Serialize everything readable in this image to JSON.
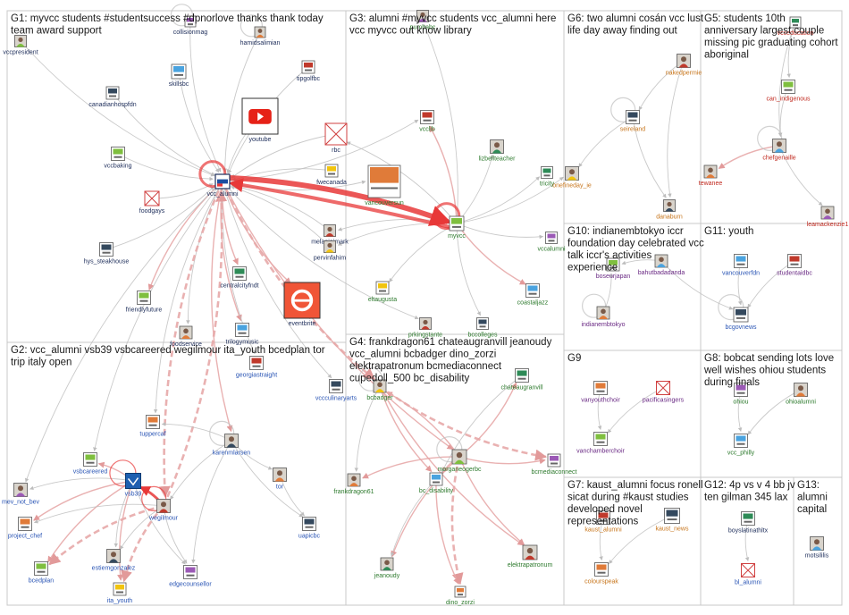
{
  "colors": {
    "grid": "#c8c8c8",
    "edge_gray": "#bfbfbf",
    "edge_pink": "#e7a9a9",
    "edge_red": "#e83838",
    "label_dark": "#1d2d5a",
    "label_green": "#2d7a2d",
    "label_red": "#c0281e",
    "label_orange": "#c7751b",
    "label_purple": "#6a2a84",
    "label_blue": "#2a55b5"
  },
  "groups": [
    {
      "id": "G1",
      "title_lines": [
        "G1: myvcc students #studentsuccess #dpnorlove thanks thank today",
        "team award support"
      ]
    },
    {
      "id": "G2",
      "title_lines": [
        "G2: vcc_alumni vsb39 vsbcareered wegilmour ita_youth bcedplan tor",
        "trip italy open"
      ]
    },
    {
      "id": "G3",
      "title_lines": [
        "G3: alumni #myvcc students vcc_alumni here",
        "vcc myvcc out know library"
      ]
    },
    {
      "id": "G4",
      "title_lines": [
        "G4: frankdragon61 chateaugranvill jeanoudy",
        "vcc_alumni bcbadger dino_zorzi",
        "elektrapatronum bcmediaconnect",
        "cupedoll_500 bc_disability"
      ]
    },
    {
      "id": "G5",
      "title_lines": [
        "G5: students 10th",
        "anniversary largest couple",
        "missing pic graduating cohort",
        "aboriginal"
      ]
    },
    {
      "id": "G6",
      "title_lines": [
        "G6: two alumni cosán vcc lust",
        "life day away finding out"
      ]
    },
    {
      "id": "G7",
      "title_lines": [
        "G7: kaust_alumni focus ronell",
        "sicat during #kaust studies",
        "developed novel",
        "representations"
      ]
    },
    {
      "id": "G8",
      "title_lines": [
        "G8: bobcat sending lots love",
        "well wishes ohiou students",
        "during finals"
      ]
    },
    {
      "id": "G9",
      "title_lines": [
        "G9"
      ]
    },
    {
      "id": "G10",
      "title_lines": [
        "G10: indianembtokyo iccr",
        "foundation day celebrated vcc",
        "talk iccr's activities",
        "experience"
      ]
    },
    {
      "id": "G11",
      "title_lines": [
        "G11: youth"
      ]
    },
    {
      "id": "G12",
      "title_lines": [
        "G12: 4p vs v 4 bb jv",
        "ten gilman 345 lax"
      ]
    },
    {
      "id": "G13",
      "title_lines": [
        "G13:",
        "alumni",
        "capital"
      ]
    }
  ],
  "nodes": [
    {
      "id": "vccpresident",
      "label": "vccpresident",
      "color": "dark",
      "icon": "avatar-icon"
    },
    {
      "id": "collisionmag",
      "label": "collisionmag",
      "color": "dark",
      "icon": "logo-icon"
    },
    {
      "id": "hamidsalimian",
      "label": "hamidsalimian",
      "color": "dark",
      "icon": "avatar-icon"
    },
    {
      "id": "skillsbc",
      "label": "skillsbc",
      "color": "dark",
      "icon": "logo-icon"
    },
    {
      "id": "tipgolfbc",
      "label": "tipgolfbc",
      "color": "dark",
      "icon": "logo-icon"
    },
    {
      "id": "canadianhospfdn",
      "label": "canadianhospfdn",
      "color": "dark",
      "icon": "logo-icon"
    },
    {
      "id": "youtube",
      "label": "youtube",
      "color": "dark",
      "icon": "youtube-icon"
    },
    {
      "id": "rbc",
      "label": "rbc",
      "color": "dark",
      "icon": "broken-image-icon"
    },
    {
      "id": "vccbaking",
      "label": "vccbaking",
      "color": "dark",
      "icon": "logo-icon"
    },
    {
      "id": "vcc_alumni",
      "label": "vcc_alumni",
      "color": "dark",
      "icon": "vcc-logo-icon"
    },
    {
      "id": "fwecanada",
      "label": "fwecanada",
      "color": "dark",
      "icon": "logo-icon"
    },
    {
      "id": "foodgays",
      "label": "foodgays",
      "color": "dark",
      "icon": "broken-image-icon"
    },
    {
      "id": "melaniejmark",
      "label": "melaniejmark",
      "color": "dark",
      "icon": "avatar-icon"
    },
    {
      "id": "hys_steakhouse",
      "label": "hys_steakhouse",
      "color": "dark",
      "icon": "logo-icon"
    },
    {
      "id": "pervinfahim",
      "label": "pervinfahim",
      "color": "dark",
      "icon": "avatar-icon"
    },
    {
      "id": "centralcityfndt",
      "label": "centralcityfndt",
      "color": "dark",
      "icon": "logo-icon"
    },
    {
      "id": "friendlyfuture",
      "label": "friendlyfuture",
      "color": "dark",
      "icon": "logo-icon"
    },
    {
      "id": "eventbrite",
      "label": "eventbrite",
      "color": "dark",
      "icon": "eventbrite-icon"
    },
    {
      "id": "foodservice",
      "label": "foodservice",
      "color": "dark",
      "icon": "avatar-icon"
    },
    {
      "id": "trilogymusic",
      "label": "trilogymusic",
      "color": "dark",
      "icon": "logo-icon"
    },
    {
      "id": "georgiastraight",
      "label": "georgiastraight",
      "color": "blue",
      "icon": "logo-icon"
    },
    {
      "id": "vccculinaryarts",
      "label": "vccculinaryarts",
      "color": "blue",
      "icon": "logo-icon"
    },
    {
      "id": "tuppercaf",
      "label": "tuppercaf",
      "color": "blue",
      "icon": "logo-icon"
    },
    {
      "id": "karenmlarsen",
      "label": "karenmlarsen",
      "color": "blue",
      "icon": "avatar-icon"
    },
    {
      "id": "vsbcareered",
      "label": "vsbcareered",
      "color": "blue",
      "icon": "logo-icon"
    },
    {
      "id": "vsb39",
      "label": "vsb39",
      "color": "blue",
      "icon": "vsb-logo-icon"
    },
    {
      "id": "tor",
      "label": "tor",
      "color": "blue",
      "icon": "avatar-icon"
    },
    {
      "id": "mev_not_bev",
      "label": "mev_not_bev",
      "color": "blue",
      "icon": "avatar-icon"
    },
    {
      "id": "wegilmour",
      "label": "wegilmour",
      "color": "blue",
      "icon": "avatar-icon"
    },
    {
      "id": "uapicbc",
      "label": "uapicbc",
      "color": "blue",
      "icon": "logo-icon"
    },
    {
      "id": "project_chef",
      "label": "project_chef",
      "color": "blue",
      "icon": "logo-icon"
    },
    {
      "id": "estiemgonzalez",
      "label": "estiemgonzalez",
      "color": "blue",
      "icon": "avatar-icon"
    },
    {
      "id": "bcedplan",
      "label": "bcedplan",
      "color": "blue",
      "icon": "logo-icon"
    },
    {
      "id": "edgecounsellor",
      "label": "edgecounsellor",
      "color": "blue",
      "icon": "logo-icon"
    },
    {
      "id": "ita_youth",
      "label": "ita_youth",
      "color": "blue",
      "icon": "logo-icon"
    },
    {
      "id": "pumbabc",
      "label": "pumbabc",
      "color": "green",
      "icon": "avatar-icon"
    },
    {
      "id": "vcclib",
      "label": "vcclib",
      "color": "green",
      "icon": "logo-icon"
    },
    {
      "id": "lizbellteacher",
      "label": "lizbellteacher",
      "color": "green",
      "icon": "avatar-icon"
    },
    {
      "id": "vancouversun",
      "label": "vancouversun",
      "color": "green",
      "icon": "logo-icon"
    },
    {
      "id": "tricity",
      "label": "tricity",
      "color": "green",
      "icon": "logo-icon"
    },
    {
      "id": "myvcc",
      "label": "myvcc",
      "color": "green",
      "icon": "logo-icon"
    },
    {
      "id": "vccalumni",
      "label": "vccalumni",
      "color": "green",
      "icon": "logo-icon"
    },
    {
      "id": "eltaugusta",
      "label": "eltaugusta",
      "color": "green",
      "icon": "logo-icon"
    },
    {
      "id": "coastaljazz",
      "label": "coastaljazz",
      "color": "green",
      "icon": "logo-icon"
    },
    {
      "id": "prkingstante",
      "label": "prkingstante",
      "color": "green",
      "icon": "avatar-icon"
    },
    {
      "id": "bccolleges",
      "label": "bccolleges",
      "color": "green",
      "icon": "logo-icon"
    },
    {
      "id": "bcbadger",
      "label": "bcbadger",
      "color": "green",
      "icon": "avatar-icon"
    },
    {
      "id": "chateaugranvill",
      "label": "chateaugranvill",
      "color": "green",
      "icon": "logo-icon"
    },
    {
      "id": "morganeogerbc",
      "label": "morganeogerbc",
      "color": "green",
      "icon": "avatar-icon"
    },
    {
      "id": "bcmediaconnect",
      "label": "bcmediaconnect",
      "color": "green",
      "icon": "logo-icon"
    },
    {
      "id": "frankdragon61",
      "label": "frankdragon61",
      "color": "green",
      "icon": "avatar-icon"
    },
    {
      "id": "bc_disability",
      "label": "bc_disability",
      "color": "green",
      "icon": "logo-icon"
    },
    {
      "id": "elektrapatronum",
      "label": "elektrapatronum",
      "color": "green",
      "icon": "avatar-icon"
    },
    {
      "id": "jeanoudy",
      "label": "jeanoudy",
      "color": "green",
      "icon": "avatar-icon"
    },
    {
      "id": "dino_zorzi",
      "label": "dino_zorzi",
      "color": "green",
      "icon": "logo-icon"
    },
    {
      "id": "vcceducation",
      "label": "vcceducation",
      "color": "red",
      "icon": "logo-icon"
    },
    {
      "id": "can_indigenous",
      "label": "can_indigenous",
      "color": "red",
      "icon": "logo-icon"
    },
    {
      "id": "chefgenaille",
      "label": "chefgenaille",
      "color": "red",
      "icon": "avatar-icon"
    },
    {
      "id": "tewanee",
      "label": "tewanee",
      "color": "red",
      "icon": "avatar-icon"
    },
    {
      "id": "leamackenzie1",
      "label": "leamackenzie1",
      "color": "red",
      "icon": "avatar-icon"
    },
    {
      "id": "nakedpermie",
      "label": "nakedpermie",
      "color": "orange",
      "icon": "avatar-icon"
    },
    {
      "id": "seireland",
      "label": "seireland",
      "color": "orange",
      "icon": "logo-icon"
    },
    {
      "id": "onefineday_ie",
      "label": "onefineday_ie",
      "color": "orange",
      "icon": "avatar-icon"
    },
    {
      "id": "danaburn",
      "label": "danaburn",
      "color": "orange",
      "icon": "avatar-icon"
    },
    {
      "id": "boseurjapan",
      "label": "boseurjapan",
      "color": "purple",
      "icon": "logo-icon"
    },
    {
      "id": "bahutbadadanda",
      "label": "bahutbadadanda",
      "color": "purple",
      "icon": "avatar-icon"
    },
    {
      "id": "indianembtokyo",
      "label": "indianembtokyo",
      "color": "purple",
      "icon": "avatar-icon"
    },
    {
      "id": "vancouverfdn",
      "label": "vancouverfdn",
      "color": "blue",
      "icon": "logo-icon"
    },
    {
      "id": "studentaidbc",
      "label": "studentaidbc",
      "color": "purple",
      "icon": "logo-icon"
    },
    {
      "id": "bcgovnews",
      "label": "bcgovnews",
      "color": "blue",
      "icon": "logo-icon"
    },
    {
      "id": "vanyouthchoir",
      "label": "vanyouthchoir",
      "color": "purple",
      "icon": "logo-icon"
    },
    {
      "id": "pacificasingers",
      "label": "pacificasingers",
      "color": "purple",
      "icon": "broken-image-icon"
    },
    {
      "id": "vanchamberchoir",
      "label": "vanchamberchoir",
      "color": "purple",
      "icon": "logo-icon"
    },
    {
      "id": "ohiou",
      "label": "ohiou",
      "color": "green",
      "icon": "logo-icon"
    },
    {
      "id": "ohioalumni",
      "label": "ohioalumni",
      "color": "green",
      "icon": "avatar-icon"
    },
    {
      "id": "vcc_philly",
      "label": "vcc_philly",
      "color": "green",
      "icon": "logo-icon"
    },
    {
      "id": "kaust_alumni",
      "label": "kaust_alumni",
      "color": "orange",
      "icon": "logo-icon"
    },
    {
      "id": "kaust_news",
      "label": "kaust_news",
      "color": "orange",
      "icon": "logo-icon"
    },
    {
      "id": "colourspeak",
      "label": "colourspeak",
      "color": "orange",
      "icon": "logo-icon"
    },
    {
      "id": "boyslatinathltx",
      "label": "boyslatinathltx",
      "color": "dark",
      "icon": "logo-icon"
    },
    {
      "id": "bl_alumni",
      "label": "bl_alumni",
      "color": "blue",
      "icon": "broken-image-icon"
    },
    {
      "id": "motsililis",
      "label": "motsililis",
      "color": "dark",
      "icon": "avatar-icon"
    }
  ]
}
